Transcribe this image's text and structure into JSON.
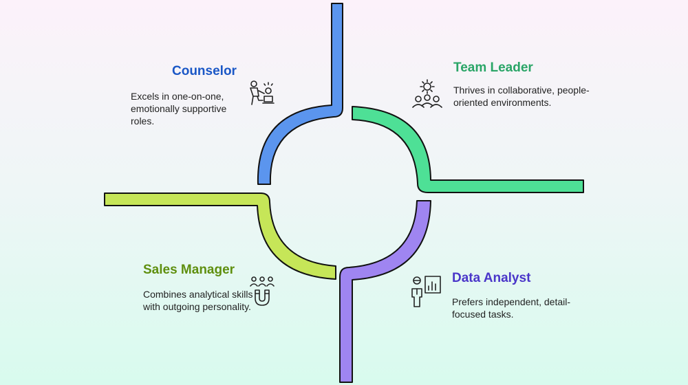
{
  "colors": {
    "counselor": "#1a57c6",
    "team_leader": "#2aa567",
    "sales_manager": "#5f8f0f",
    "data_analyst": "#4a36c9",
    "track_blue": "#5b95ee",
    "track_green": "#4ee096",
    "track_yellow": "#c6e658",
    "track_purple": "#9f85f1",
    "outline": "#111111"
  },
  "quadrants": {
    "counselor": {
      "title": "Counselor",
      "description": "Excels in one-on-one, emotionally supportive roles.",
      "icon": "counselor-talking-icon"
    },
    "team_leader": {
      "title": "Team Leader",
      "description": "Thrives in collaborative, people-oriented environments.",
      "icon": "team-gear-icon"
    },
    "sales_manager": {
      "title": "Sales Manager",
      "description": "Combines analytical skills with outgoing personality.",
      "icon": "people-magnet-icon"
    },
    "data_analyst": {
      "title": "Data Analyst",
      "description": "Prefers independent, detail-focused tasks.",
      "icon": "analyst-chart-icon"
    }
  }
}
